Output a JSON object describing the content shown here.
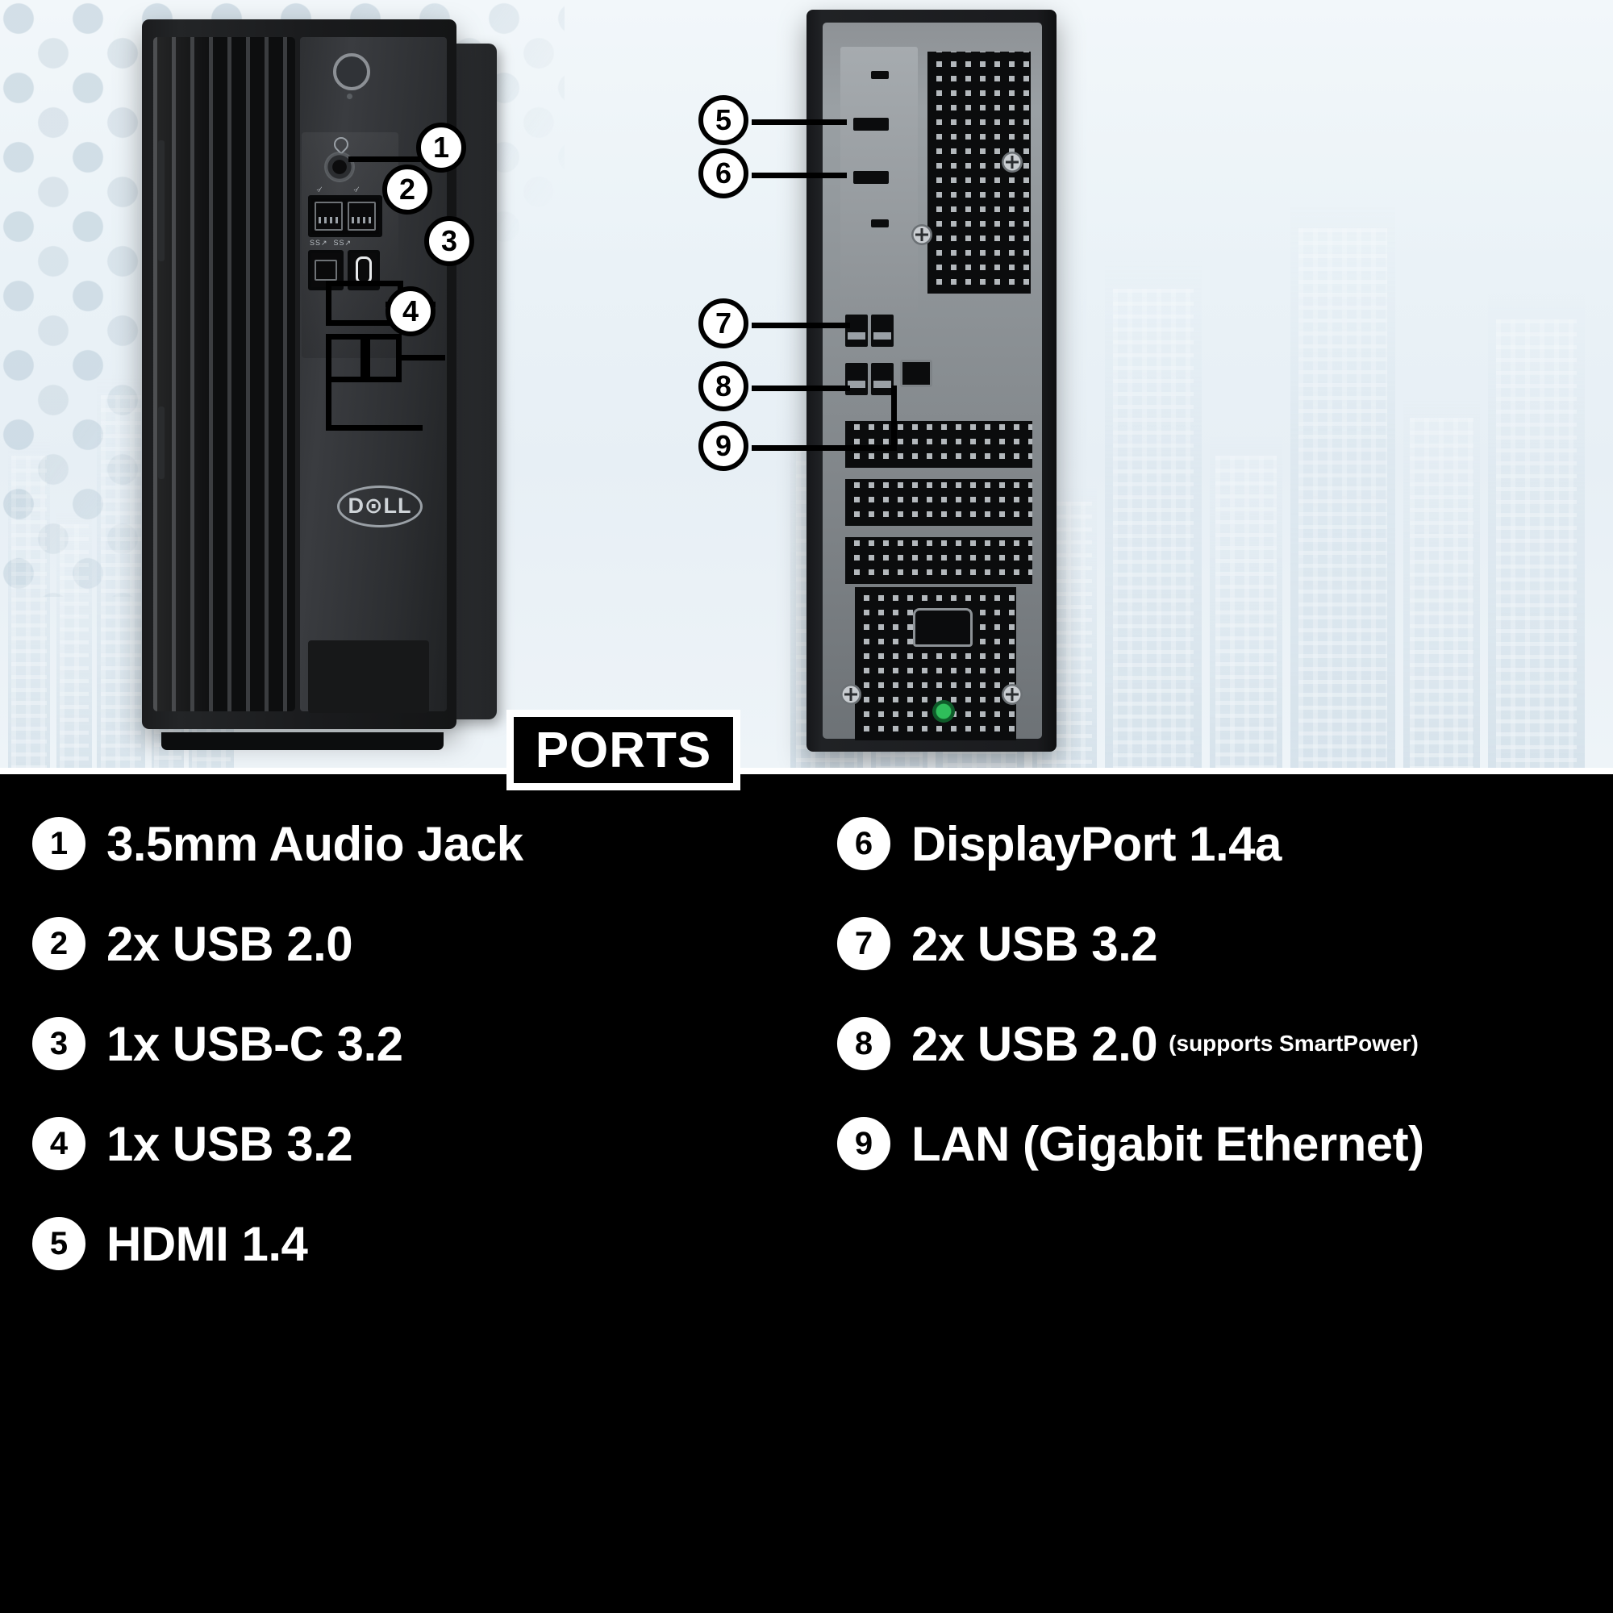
{
  "banner": {
    "title": "PORTS"
  },
  "front_callouts": [
    {
      "num": "1",
      "target": "audio-jack"
    },
    {
      "num": "2",
      "target": "usb-2-pair"
    },
    {
      "num": "3",
      "target": "usb-c"
    },
    {
      "num": "4",
      "target": "usb-a-front"
    }
  ],
  "rear_callouts": [
    {
      "num": "5",
      "target": "hdmi"
    },
    {
      "num": "6",
      "target": "displayport"
    },
    {
      "num": "7",
      "target": "usb-32-pair"
    },
    {
      "num": "8",
      "target": "usb-20-pair"
    },
    {
      "num": "9",
      "target": "lan"
    }
  ],
  "legend": {
    "left": [
      {
        "num": "1",
        "label": "3.5mm Audio Jack",
        "note": ""
      },
      {
        "num": "2",
        "label": "2x USB 2.0",
        "note": ""
      },
      {
        "num": "3",
        "label": "1x USB-C 3.2",
        "note": ""
      },
      {
        "num": "4",
        "label": "1x USB 3.2",
        "note": ""
      },
      {
        "num": "5",
        "label": "HDMI 1.4",
        "note": ""
      }
    ],
    "right": [
      {
        "num": "6",
        "label": "DisplayPort 1.4a",
        "note": ""
      },
      {
        "num": "7",
        "label": "2x USB 3.2",
        "note": ""
      },
      {
        "num": "8",
        "label": "2x USB 2.0",
        "note": "(supports SmartPower)"
      },
      {
        "num": "9",
        "label": "LAN (Gigabit Ethernet)",
        "note": ""
      }
    ]
  },
  "product": {
    "front": {
      "brand": "D⊙LL",
      "labels": {
        "usb2": "USB",
        "usb3": "SS"
      }
    },
    "rear": {}
  },
  "colors": {
    "background_dark": "#000000",
    "background_light": "#eef4f8",
    "text_on_dark": "#ffffff",
    "callout_fill": "#ffffff",
    "callout_stroke": "#000000",
    "power_led_green": "#2fbd5a"
  }
}
